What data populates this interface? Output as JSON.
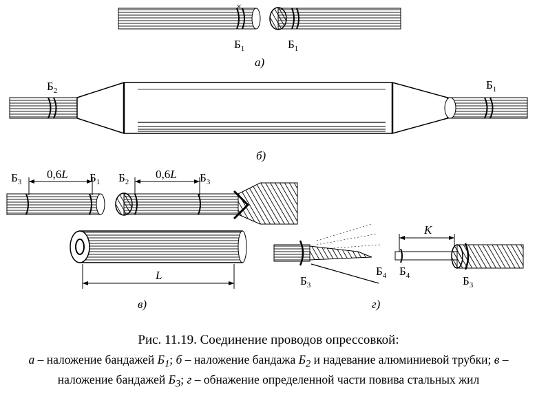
{
  "labels": {
    "b1": "Б",
    "b2": "Б",
    "b3": "Б",
    "b4": "Б",
    "s1": "1",
    "s2": "2",
    "s3": "3",
    "s4": "4",
    "panel_a": "а)",
    "panel_b": "б)",
    "panel_v": "в)",
    "panel_g": "г)",
    "dim_06L": "0,6",
    "dim_L": "L",
    "dim_K": "K"
  },
  "caption": {
    "title": "Рис. 11.19. Соединение проводов опрессовкой:",
    "a_key": "а",
    "a_text": " – наложение бандажей ",
    "a_b": "Б",
    "a_sub": "1",
    "b_key": "б",
    "b_text": " – наложение бандажа ",
    "b_b": "Б",
    "b_sub": "2",
    "b_rest": " и надевание алюминиевой трубки; ",
    "v_key": "в",
    "v_text": " – наложение бандажей ",
    "v_b": "Б",
    "v_sub": "3",
    "g_key": "г",
    "g_text": " – обнажение определенной части повива стальных жил"
  }
}
